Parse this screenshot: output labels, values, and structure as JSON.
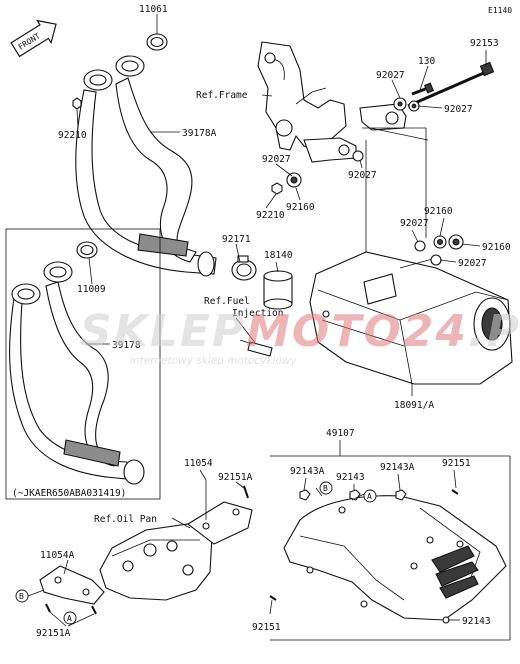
{
  "diagram_code": "E1140",
  "front_label": "FRONT",
  "inset_note": "(~JKAER650ABA031419)",
  "refs": {
    "frame": "Ref.Frame",
    "fuel_line1": "Ref.Fuel",
    "fuel_line2": "Injection",
    "oil_pan": "Ref.Oil Pan"
  },
  "callouts": {
    "c_11061": "11061",
    "c_92210_top": "92210",
    "c_39178A": "39178A",
    "c_11009": "11009",
    "c_39178": "39178",
    "c_92171": "92171",
    "c_18140": "18140",
    "c_92027_a": "92027",
    "c_92210_mid": "92210",
    "c_92160_mid": "92160",
    "c_92027_b": "92027",
    "c_130": "130",
    "c_92153": "92153",
    "c_92027_c": "92027",
    "c_92027_d": "92027",
    "c_92027_e": "92027",
    "c_92160_r1": "92160",
    "c_92160_r2": "92160",
    "c_92027_f": "92027",
    "c_18091A": "18091/A",
    "c_49107": "49107",
    "c_92143A_1": "92143A",
    "c_92143_1": "92143",
    "c_92143A_2": "92143A",
    "c_92151_r": "92151",
    "c_11054": "11054",
    "c_92151A_1": "92151A",
    "c_11054A": "11054A",
    "c_92151A_2": "92151A",
    "c_92151_b": "92151",
    "c_92143_b": "92143"
  },
  "markers": {
    "a1": "A",
    "a2": "A",
    "b1": "B",
    "b2": "B"
  },
  "watermark": {
    "part1": "SKLEP",
    "part2": "MOTO",
    "part3": "24",
    "part4": ".PL",
    "tagline": "internetowy sklep motocyklowy"
  }
}
